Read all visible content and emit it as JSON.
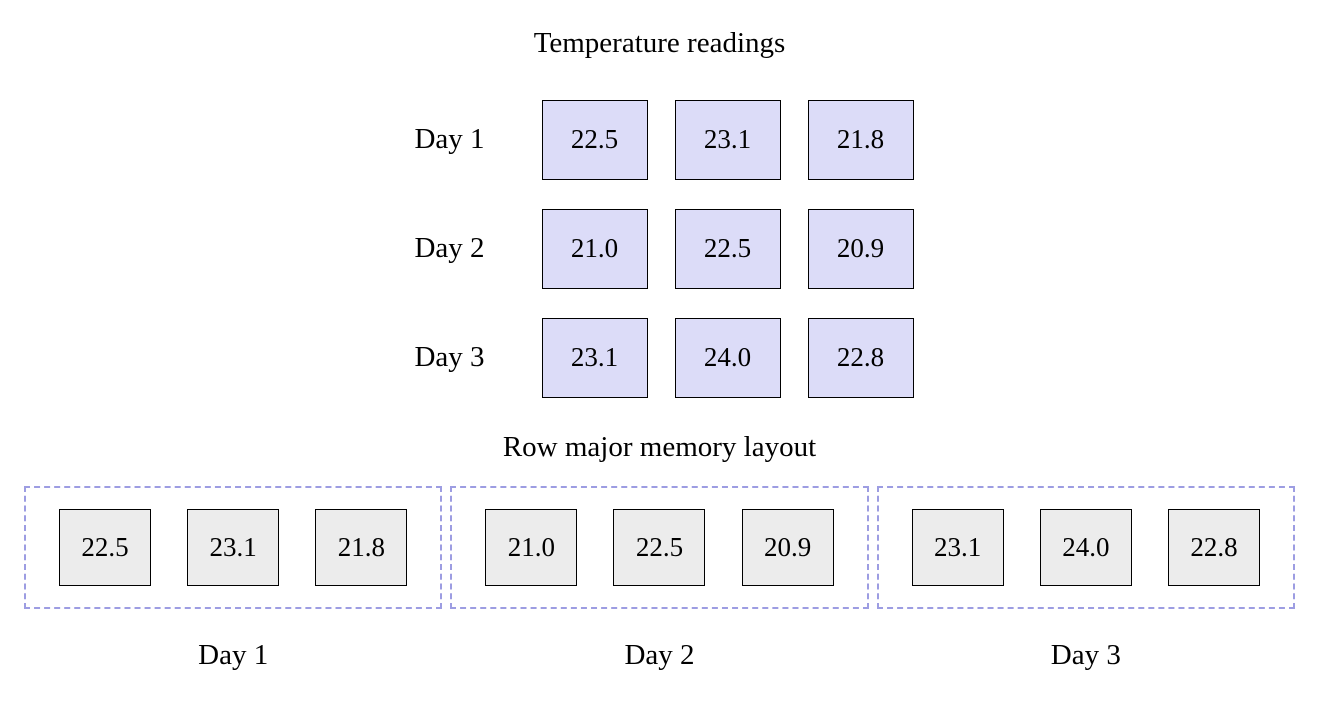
{
  "matrix": {
    "title": "Temperature readings",
    "rows": [
      {
        "label": "Day 1",
        "values": [
          "22.5",
          "23.1",
          "21.8"
        ]
      },
      {
        "label": "Day 2",
        "values": [
          "21.0",
          "22.5",
          "20.9"
        ]
      },
      {
        "label": "Day 3",
        "values": [
          "23.1",
          "24.0",
          "22.8"
        ]
      }
    ]
  },
  "memory": {
    "title": "Row major memory layout",
    "groups": [
      {
        "label": "Day 1",
        "values": [
          "22.5",
          "23.1",
          "21.8"
        ]
      },
      {
        "label": "Day 2",
        "values": [
          "21.0",
          "22.5",
          "20.9"
        ]
      },
      {
        "label": "Day 3",
        "values": [
          "23.1",
          "24.0",
          "22.8"
        ]
      }
    ]
  },
  "colors": {
    "matrix_cell_fill": "#dcdcf8",
    "memory_cell_fill": "#ececec",
    "dashed_border": "#9d9de2",
    "cell_border": "#000000"
  }
}
